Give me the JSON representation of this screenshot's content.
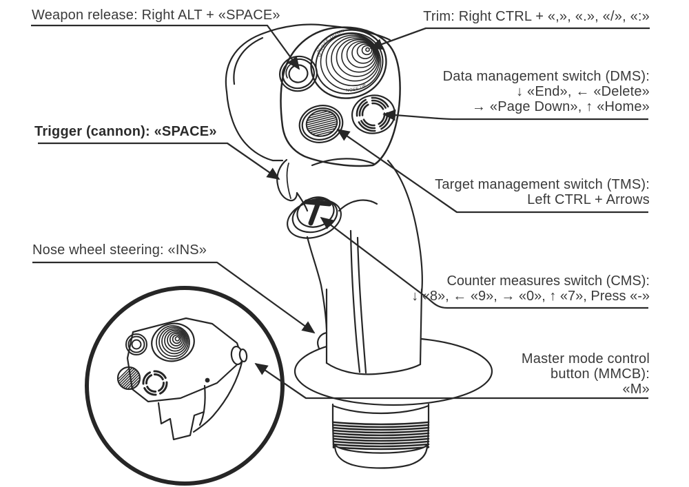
{
  "figure": {
    "background": "#ffffff",
    "line_color": "#262626",
    "text_color": "#3a3a3a"
  },
  "labels": {
    "weapon_release": "Weapon release: Right ALT + «SPACE»",
    "trim": "Trim: Right CTRL + «,», «.», «/», «:»",
    "dms_1": "Data management switch (DMS):",
    "dms_2": "↓ «End», ← «Delete»",
    "dms_3": "→ «Page Down», ↑ «Home»",
    "trigger": "Trigger (cannon): «SPACE»",
    "tms_1": "Target management switch (TMS):",
    "tms_2": "Left CTRL + Arrows",
    "nws": "Nose wheel steering: «INS»",
    "cms_1": "Counter measures switch (CMS):",
    "cms_2": "↓ «8», ← «9», → «0», ↑ «7», Press «-»",
    "mmcb_1": "Master mode control",
    "mmcb_2": "button (MMCB):",
    "mmcb_3": "«M»"
  },
  "engravings": {
    "trim_top": "NOSE DOWN",
    "trim_bottom": "NOSE UP",
    "trim_left": "LWD"
  }
}
